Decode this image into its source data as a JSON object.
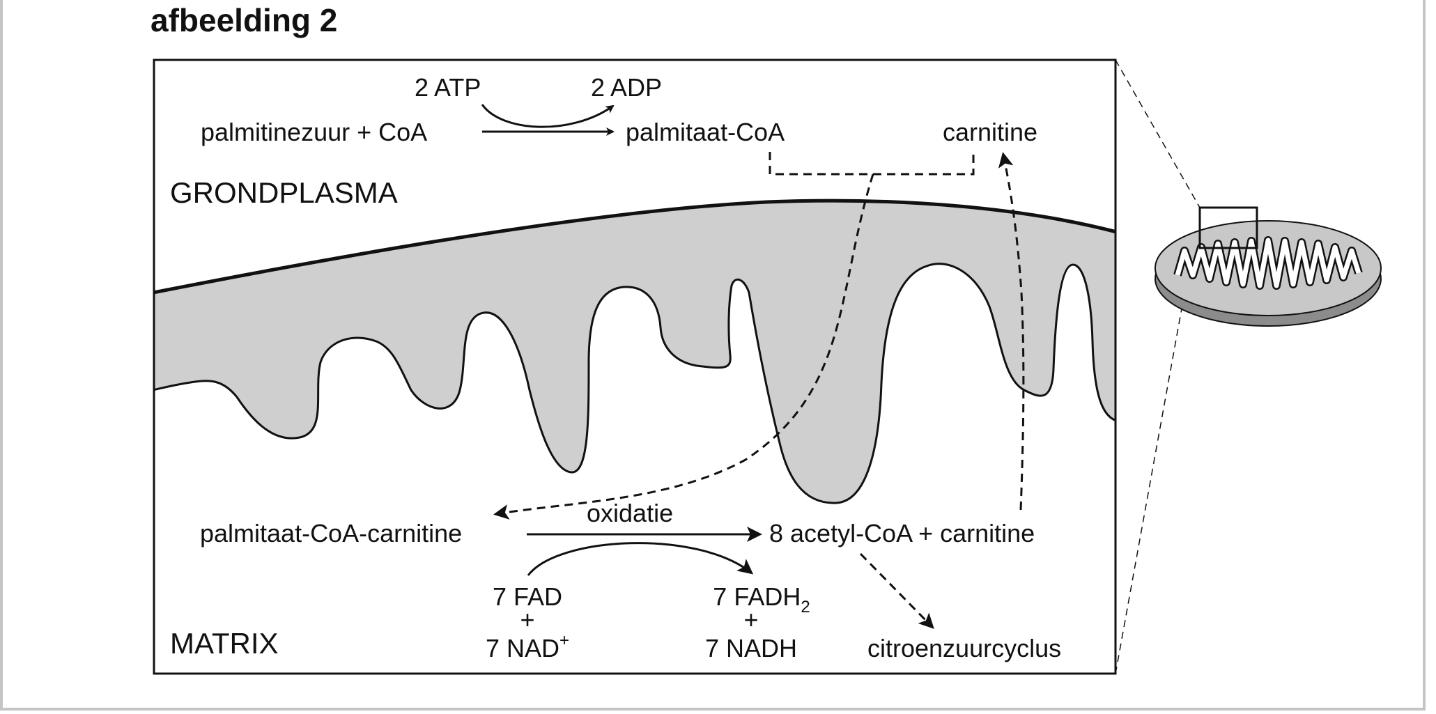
{
  "heading": "afbeelding 2",
  "regions": {
    "cytoplasm": "GRONDPLASMA",
    "matrix": "MATRIX"
  },
  "top_reaction": {
    "substrate": "palmitinezuur + CoA",
    "product": "palmitaat-CoA",
    "cofactor_in": "2 ATP",
    "cofactor_out": "2 ADP"
  },
  "carnitine_label": "carnitine",
  "bottom_reaction": {
    "substrate": "palmitaat-CoA-carnitine",
    "process": "oxidatie",
    "product": "8 acetyl-CoA + carnitine",
    "in_line1": "7 FAD",
    "in_plus": "+",
    "in_line2": "7 NAD",
    "in_line2_sup": "+",
    "out_line1": "7 FADH",
    "out_line1_sub": "2",
    "out_plus": "+",
    "out_line2": "7 NADH",
    "next_step": "citroenzuurcyclus"
  }
}
